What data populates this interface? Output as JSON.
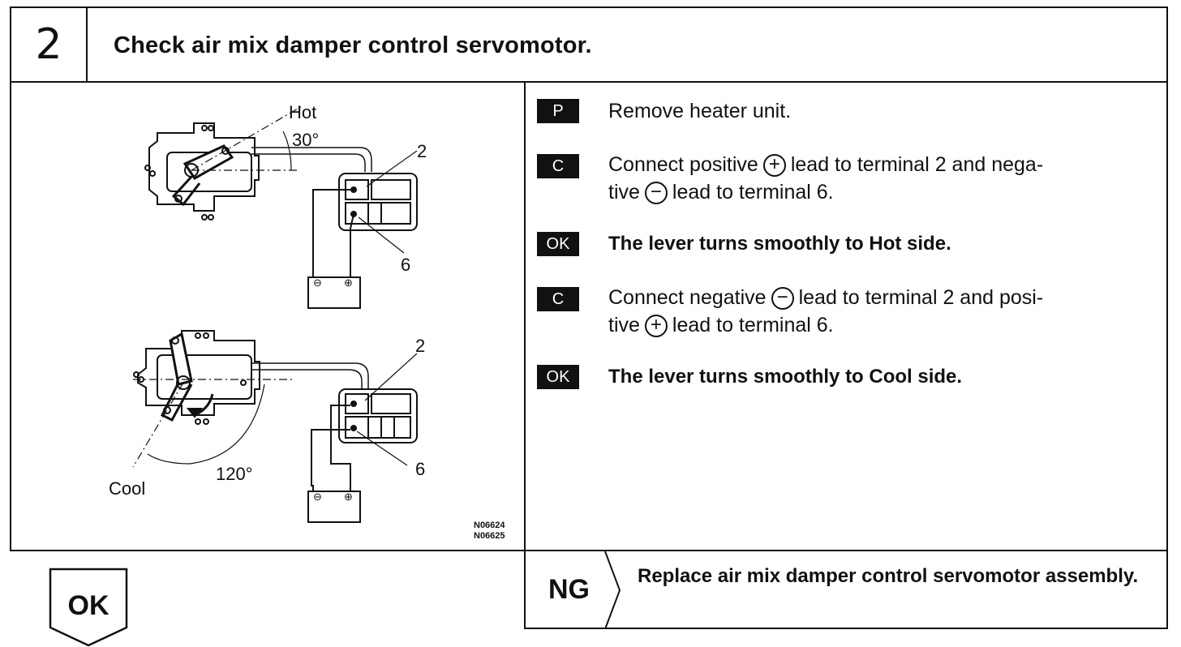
{
  "header": {
    "step_number": "2",
    "title": "Check air mix damper control servomotor."
  },
  "figure": {
    "top": {
      "hot_label": "Hot",
      "angle_label": "30°",
      "terminal_a": "2",
      "terminal_b": "6"
    },
    "bottom": {
      "cool_label": "Cool",
      "angle_label": "120°",
      "terminal_a": "2",
      "terminal_b": "6"
    },
    "battery_minus": "⊖",
    "battery_plus": "⊕",
    "code_1": "N06624",
    "code_2": "N06625"
  },
  "steps": [
    {
      "badge": "P",
      "text": "Remove heater unit."
    },
    {
      "badge": "C",
      "line1_a": "Connect positive",
      "line1_sym": "+",
      "line1_b": "lead to terminal 2 and nega-",
      "line2_a": "tive",
      "line2_sym": "−",
      "line2_b": "lead to terminal 6."
    },
    {
      "badge": "OK",
      "text": "The lever turns smoothly to Hot side."
    },
    {
      "badge": "C",
      "line1_a": "Connect negative",
      "line1_sym": "−",
      "line1_b": "lead to terminal 2 and posi-",
      "line2_a": "tive",
      "line2_sym": "+",
      "line2_b": "lead to terminal 6."
    },
    {
      "badge": "OK",
      "text": "The lever turns smoothly to Cool side."
    }
  ],
  "ng": {
    "label": "NG",
    "text": "Replace air mix damper control servomotor assembly."
  },
  "ok": {
    "label": "OK"
  }
}
